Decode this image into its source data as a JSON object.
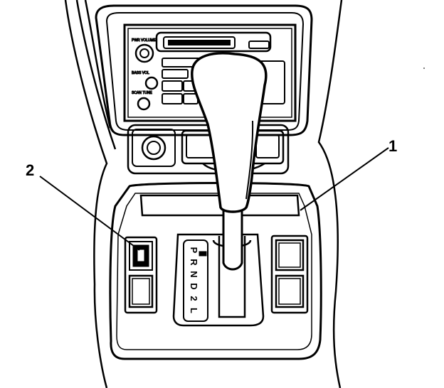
{
  "callouts": {
    "one": "1",
    "two": "2"
  },
  "gear_indicator": {
    "positions": [
      "P",
      "R",
      "N",
      "D",
      "2",
      "L"
    ]
  }
}
